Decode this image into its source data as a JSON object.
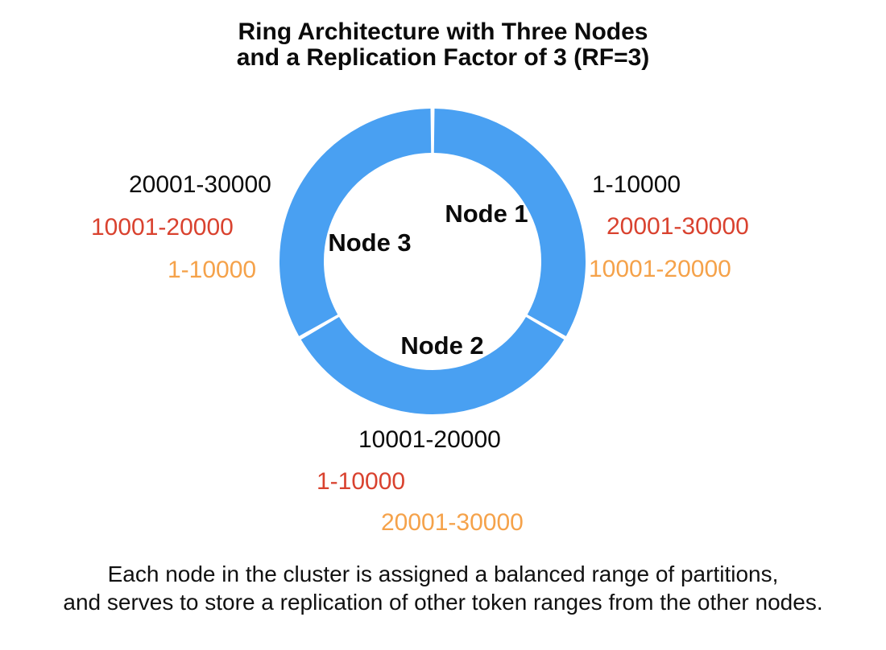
{
  "title": {
    "line1": "Ring Architecture with Three Nodes",
    "line2": "and a Replication Factor of 3 (RF=3)"
  },
  "caption": {
    "line1": "Each node in the cluster is assigned a balanced range of partitions,",
    "line2": "and serves to store a replication of other token ranges from the other nodes."
  },
  "colors": {
    "ring": "#49A0F2",
    "primary_label": "#0b0b0b",
    "first_replica": "#D9422F",
    "second_replica": "#F5A24A"
  },
  "nodes": {
    "node1": {
      "label": "Node 1",
      "primary": "1-10000",
      "replica1": "20001-30000",
      "replica2": "10001-20000"
    },
    "node2": {
      "label": "Node 2",
      "primary": "10001-20000",
      "replica1": "1-10000",
      "replica2": "20001-30000"
    },
    "node3": {
      "label": "Node 3",
      "primary": "20001-30000",
      "replica1": "10001-20000",
      "replica2": "1-10000"
    }
  },
  "chart_data": {
    "type": "donut",
    "title": "Ring Architecture with Three Nodes and a Replication Factor of 3 (RF=3)",
    "replication_factor": 3,
    "segments": [
      {
        "name": "Node 1",
        "start_deg_from_top": 0,
        "end_deg_from_top": 120,
        "primary_token_range": "1-10000",
        "replicated_token_ranges": [
          "20001-30000",
          "10001-20000"
        ]
      },
      {
        "name": "Node 2",
        "start_deg_from_top": 120,
        "end_deg_from_top": 240,
        "primary_token_range": "10001-20000",
        "replicated_token_ranges": [
          "1-10000",
          "20001-30000"
        ]
      },
      {
        "name": "Node 3",
        "start_deg_from_top": 240,
        "end_deg_from_top": 360,
        "primary_token_range": "20001-30000",
        "replicated_token_ranges": [
          "10001-20000",
          "1-10000"
        ]
      }
    ],
    "legend_semantics": "black = primary range, red = first replica, orange = second replica"
  }
}
